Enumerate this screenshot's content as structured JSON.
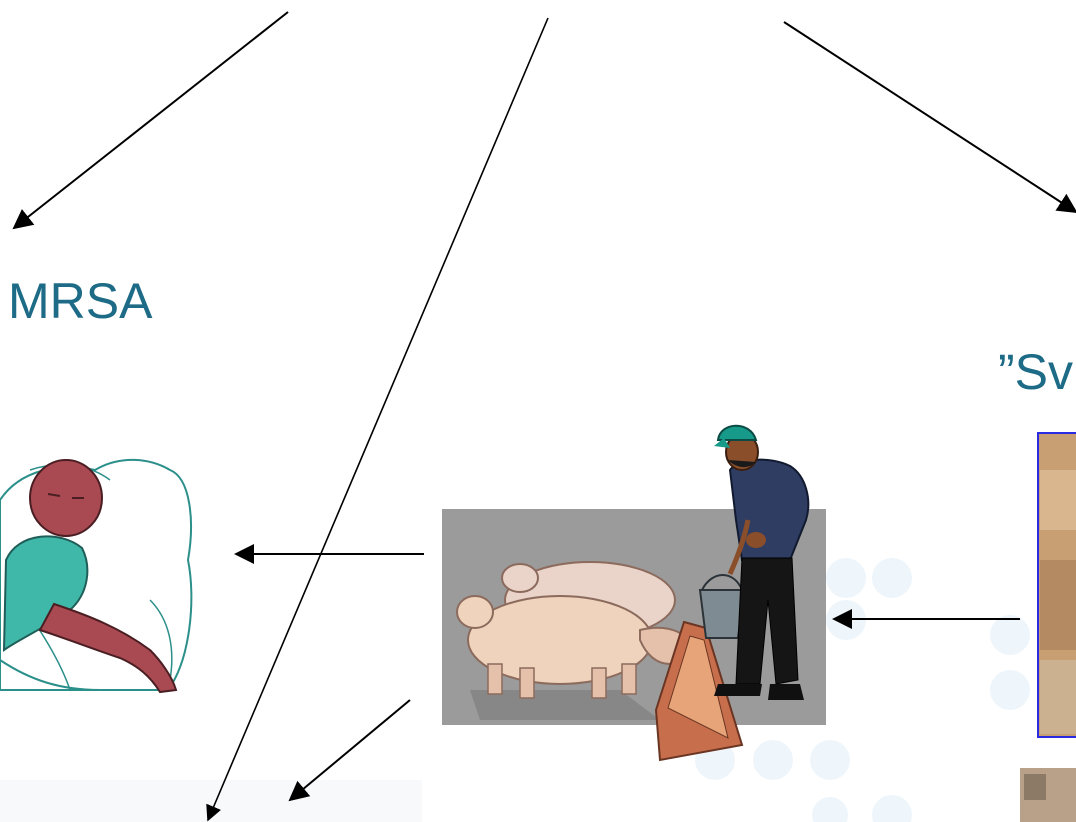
{
  "labels": {
    "mrsa": "MRSA",
    "swine": "”Sv"
  },
  "colors": {
    "title_teal": "#1d6b86",
    "arrow": "#000000",
    "panel_gray": "#9b9b9b",
    "panel_border": "#2a2ae0",
    "patient_skin": "#a94a52",
    "patient_gown": "#3fb7a9",
    "pig_pink": "#e7c6b3",
    "pig_cream": "#efd3bd",
    "farmer_shirt": "#2f3d63",
    "farmer_cap": "#179a8a",
    "trough": "#c76f4d",
    "photo_tan": "#c89f73"
  },
  "icons": {
    "patient": "sick-patient-in-bed-clipart",
    "farmer": "farmer-feeding-pigs-clipart",
    "photo": "swine-photo-partial"
  }
}
